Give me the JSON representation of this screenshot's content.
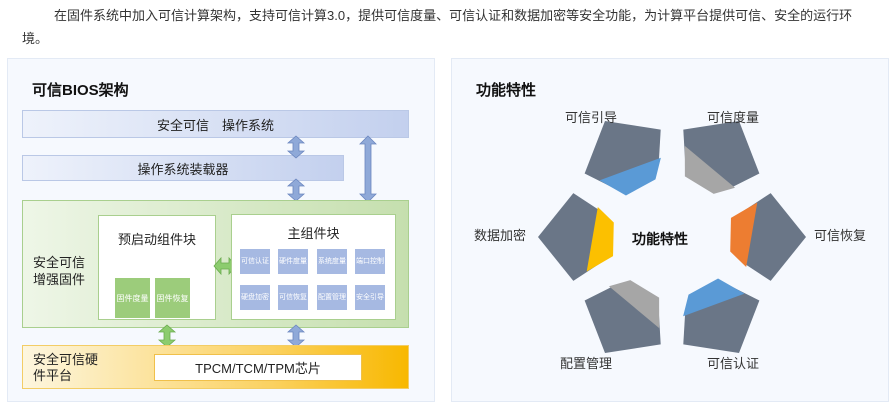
{
  "intro": "在固件系统中加入可信计算架构，支持可信计算3.0，提供可信度量、可信认证和数据加密等安全功能，为计算平台提供可信、安全的运行环境。",
  "architecture": {
    "title": "可信BIOS架构",
    "os_layer": "安全可信　操作系统",
    "loader_layer": "操作系统装载器",
    "firmware_label": "安全可信增强固件",
    "preboot_block": {
      "title": "预启动组件块",
      "tiles": [
        "固件度量",
        "固件恢复"
      ]
    },
    "main_block": {
      "title": "主组件块",
      "tiles": [
        "可信认证",
        "硬件度量",
        "系统度量",
        "端口控制",
        "硬盘加密",
        "可信恢复",
        "配置管理",
        "安全引导"
      ]
    },
    "hardware_label": "安全可信硬件平台",
    "chip": "TPCM/TCM/TPM芯片"
  },
  "features": {
    "title": "功能特性",
    "center": "功能特性",
    "items": [
      "可信引导",
      "可信度量",
      "可信恢复",
      "可信认证",
      "配置管理",
      "数据加密"
    ],
    "colors": {
      "dark": "#6a7687",
      "blue": "#5a9ad6",
      "gray": "#a6a6a6",
      "orange": "#ed7d31",
      "yellow": "#fcc000",
      "green_arrow": "#8ccc6e",
      "blue_arrow": "#8fa9d8"
    }
  }
}
